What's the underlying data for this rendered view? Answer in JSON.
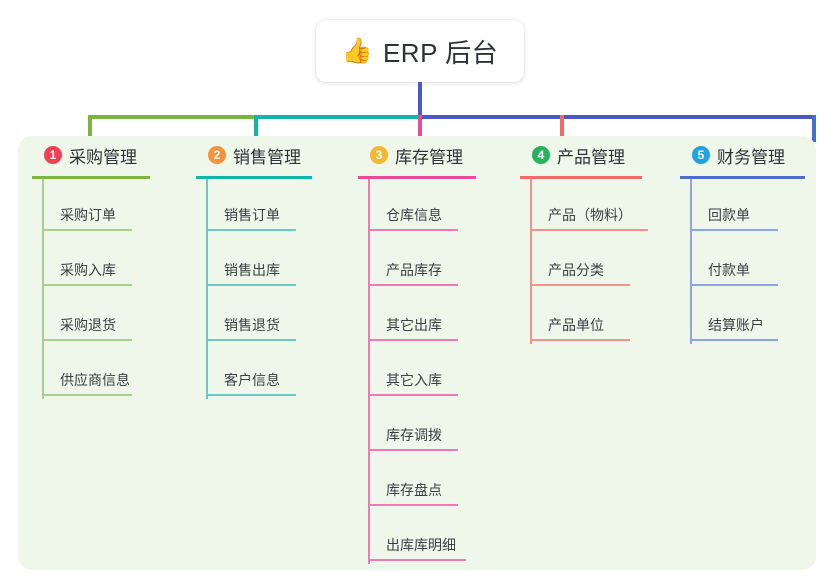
{
  "root": {
    "icon": "thumbs-up-icon",
    "icon_glyph": "👍",
    "title": "ERP 后台"
  },
  "colors": {
    "canvas_bg": "#eef7e9",
    "root_stem": "#4a5ac4",
    "bar_green": "#7cb342",
    "bar_teal": "#10b5aa",
    "bar_indigo": "#4a5ac4"
  },
  "branches": [
    {
      "index": "1",
      "title": "采购管理",
      "badge_color": "#ef4056",
      "line_color": "#7cb342",
      "leaf_line_color": "#a7d08c",
      "items": [
        {
          "label": "采购订单"
        },
        {
          "label": "采购入库"
        },
        {
          "label": "采购退货"
        },
        {
          "label": "供应商信息"
        }
      ]
    },
    {
      "index": "2",
      "title": "销售管理",
      "badge_color": "#f5923e",
      "line_color": "#10b5aa",
      "leaf_line_color": "#6cc9c2",
      "items": [
        {
          "label": "销售订单"
        },
        {
          "label": "销售出库"
        },
        {
          "label": "销售退货"
        },
        {
          "label": "客户信息"
        }
      ]
    },
    {
      "index": "3",
      "title": "库存管理",
      "badge_color": "#f5b731",
      "line_color": "#ea4b9b",
      "leaf_line_color": "#ee7ab4",
      "items": [
        {
          "label": "仓库信息"
        },
        {
          "label": "产品库存"
        },
        {
          "label": "其它出库"
        },
        {
          "label": "其它入库"
        },
        {
          "label": "库存调拨"
        },
        {
          "label": "库存盘点"
        },
        {
          "label": "出库库明细"
        }
      ]
    },
    {
      "index": "4",
      "title": "产品管理",
      "badge_color": "#25b35e",
      "line_color": "#f16a63",
      "leaf_line_color": "#f49189",
      "items": [
        {
          "label": "产品（物料）"
        },
        {
          "label": "产品分类"
        },
        {
          "label": "产品单位"
        }
      ]
    },
    {
      "index": "5",
      "title": "财务管理",
      "badge_color": "#21a3e0",
      "line_color": "#4a6ed0",
      "leaf_line_color": "#8fa4e2",
      "items": [
        {
          "label": "回款单"
        },
        {
          "label": "付款单"
        },
        {
          "label": "结算账户"
        }
      ]
    }
  ]
}
